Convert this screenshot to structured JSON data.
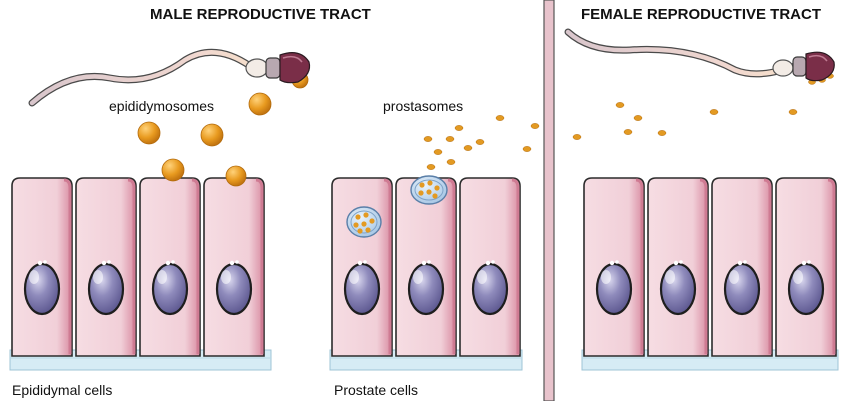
{
  "titles": {
    "male": "MALE REPRODUCTIVE TRACT",
    "female": "FEMALE REPRODUCTIVE TRACT"
  },
  "labels": {
    "epididymosomes": "epididymosomes",
    "prostasomes": "prostasomes",
    "epididymal_cells": "Epididymal cells",
    "prostate_cells": "Prostate cells"
  },
  "colors": {
    "cell_fill": "#f2d3da",
    "cell_stroke": "#2a2a2a",
    "nucleus": "#8a86b6",
    "vesicle": "#e39a22",
    "basement": "#d6ecf5",
    "divider": "#e8c3cc"
  }
}
